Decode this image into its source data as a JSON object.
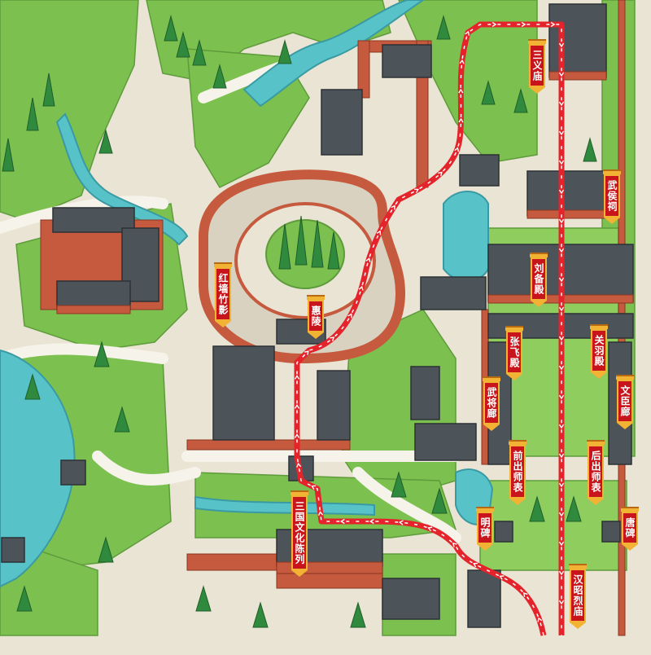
{
  "map": {
    "colors": {
      "grass": "#7cc14f",
      "path": "#f1ede0",
      "water": "#57c3c9",
      "wall": "#c65a3e",
      "roof": "#4d5459",
      "route": "#e4232a",
      "label_bg": "#c8151b",
      "label_border": "#f2b233"
    },
    "labels": [
      {
        "text": "三义庙"
      },
      {
        "text": "武侯祠"
      },
      {
        "text": "刘备殿"
      },
      {
        "text": "红墙竹影"
      },
      {
        "text": "惠陵"
      },
      {
        "text": "张飞殿"
      },
      {
        "text": "关羽殿"
      },
      {
        "text": "武将廊"
      },
      {
        "text": "文臣廊"
      },
      {
        "text": "前出师表"
      },
      {
        "text": "后出师表"
      },
      {
        "text": "三国文化陈列"
      },
      {
        "text": "明碑"
      },
      {
        "text": "唐碑"
      },
      {
        "text": "汉昭烈庙"
      }
    ],
    "route_icon": "tour-route-arrow-icon"
  }
}
